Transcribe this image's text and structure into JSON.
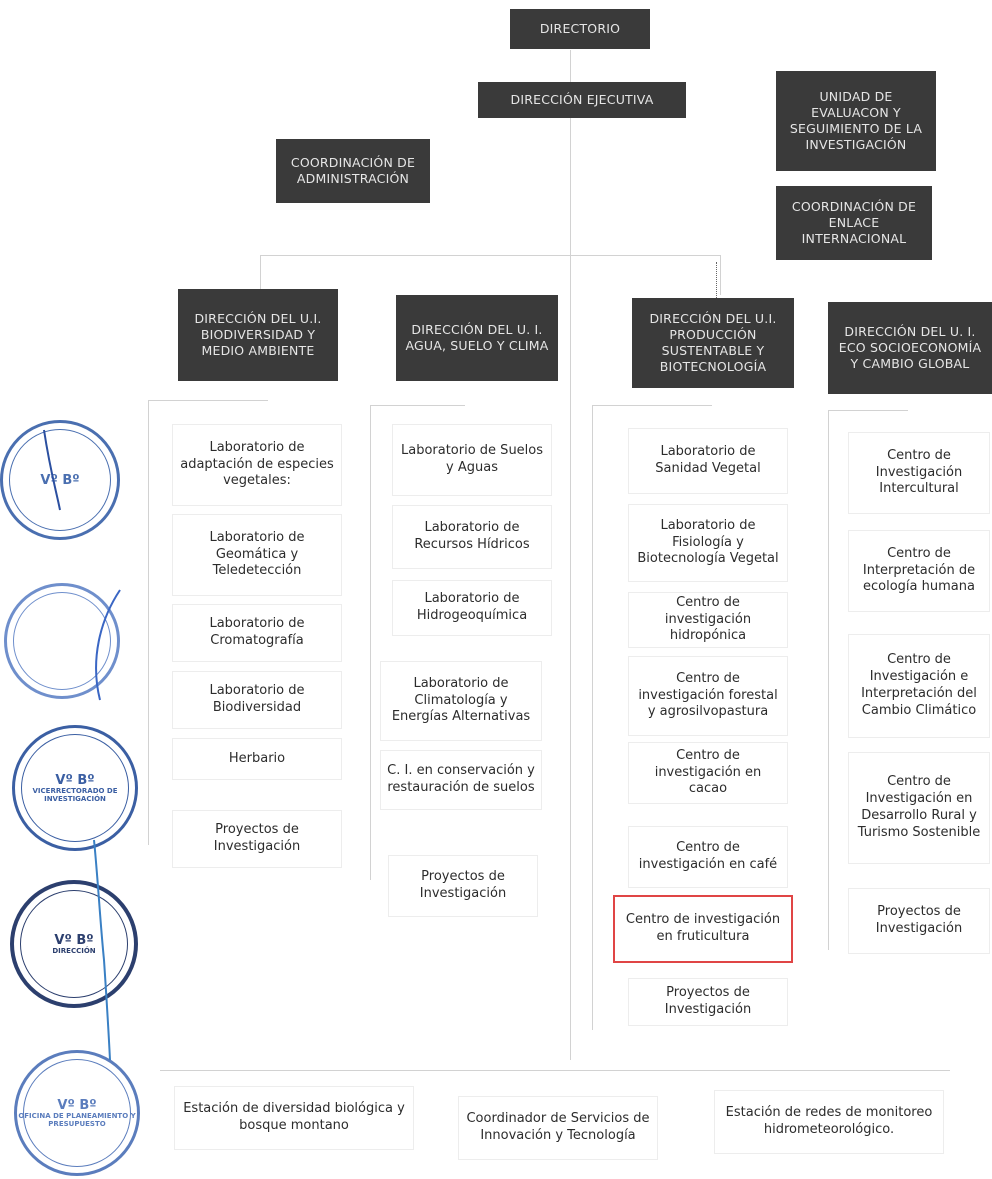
{
  "directorio": "DIRECTORIO",
  "direccion_ejecutiva": "DIRECCIÓN EJECUTIVA",
  "unidad_evaluacion": "UNIDAD DE EVALUACON Y SEGUIMIENTO DE LA INVESTIGACIÓN",
  "coordinacion_administracion": "COORDINACIÓN DE ADMINISTRACIÓN",
  "coordinacion_enlace": "COORDINACIÓN DE ENLACE INTERNACIONAL",
  "units": [
    {
      "title": "DIRECCIÓN DEL U.I. BIODIVERSIDAD Y MEDIO AMBIENTE",
      "items": [
        "Laboratorio de adaptación de especies vegetales:",
        "Laboratorio de Geomática y Teledetección",
        "Laboratorio de Cromatografía",
        "Laboratorio de Biodiversidad",
        "Herbario",
        "Proyectos de Investigación"
      ]
    },
    {
      "title": "DIRECCIÓN DEL U. I. AGUA, SUELO Y CLIMA",
      "items": [
        "Laboratorio de Suelos y Aguas",
        "Laboratorio de Recursos Hídricos",
        "Laboratorio de Hidrogeoquímica",
        "Laboratorio de Climatología y Energías Alternativas",
        "C. I. en conservación y restauración de suelos",
        "Proyectos de Investigación"
      ]
    },
    {
      "title": "DIRECCIÓN DEL U.I. PRODUCCIÓN SUSTENTABLE Y BIOTECNOLOGÍA",
      "items": [
        "Laboratorio de Sanidad Vegetal",
        "Laboratorio de Fisiología y Biotecnología Vegetal",
        "Centro de investigación hidropónica",
        "Centro de investigación forestal y agrosilvopastura",
        "Centro de investigación en cacao",
        "Centro de investigación en café",
        "Centro de investigación en fruticultura",
        "Proyectos de Investigación"
      ]
    },
    {
      "title": "DIRECCIÓN DEL U. I. ECO SOCIOECONOMÍA Y CAMBIO GLOBAL",
      "items": [
        "Centro de Investigación Intercultural",
        "Centro de Interpretación de ecología humana",
        "Centro de Investigación e Interpretación del Cambio Climático",
        "Centro de Investigación en Desarrollo Rural y Turismo Sostenible",
        "Proyectos de Investigación"
      ]
    }
  ],
  "bottom": [
    "Estación de diversidad biológica y bosque montano",
    "Coordinador de Servicios de Innovación y Tecnología",
    "Estación de redes de monitoreo hidrometeorológico."
  ],
  "stamps": [
    {
      "main": "Vº Bº",
      "sub": ""
    },
    {
      "main": "",
      "sub": ""
    },
    {
      "main": "Vº Bº",
      "sub": "VICERRECTORADO DE INVESTIGACIÓN"
    },
    {
      "main": "Vº Bº",
      "sub": "DIRECCIÓN"
    },
    {
      "main": "Vº Bº",
      "sub": "OFICINA DE PLANEAMIENTO Y PRESUPUESTO"
    }
  ],
  "colors": {
    "dark_box": "#3a3a3a",
    "highlight": "#e04545",
    "stamp_blue": "#4a6fb0",
    "stamp_dark": "#2c3f6e"
  }
}
